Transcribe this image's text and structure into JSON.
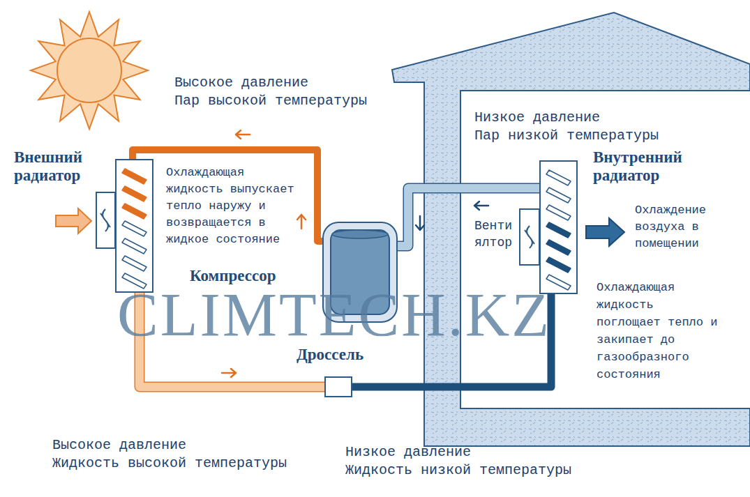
{
  "diagram": {
    "nodes": [
      {
        "text": [
          "Внешний радиатор"
        ]
      },
      {
        "text": [
          "Компрессор"
        ]
      },
      {
        "text": [
          "Дроссель"
        ]
      },
      {
        "text": [
          "Внутренний радиатор"
        ]
      }
    ],
    "edges": [
      {
        "from": 1,
        "to": 0,
        "arrow": "none"
      },
      {
        "from": 0,
        "to": 2,
        "arrow": "none"
      },
      {
        "from": 2,
        "to": 3,
        "arrow": "none"
      },
      {
        "from": 3,
        "to": 1,
        "arrow": "none"
      }
    ],
    "labels": [
      "Высокое давление",
      "Пар высокой температуры",
      "Низкое давление",
      "Пар низкой температуры",
      "Охлаждающая жидкость выпускает тепло наружу и возвращается в жидкое состояние",
      "Венти ялтор",
      "Охлаждение воздуха в помещении",
      "Охлаждающая жидкость поглощает тепло и закипает до газообразного состояния",
      "CLIMTECH.KZ",
      "Высокое давление",
      "Жидкость высокой температуры",
      "Низкое давление",
      "Жидкость низкой температуры"
    ]
  }
}
